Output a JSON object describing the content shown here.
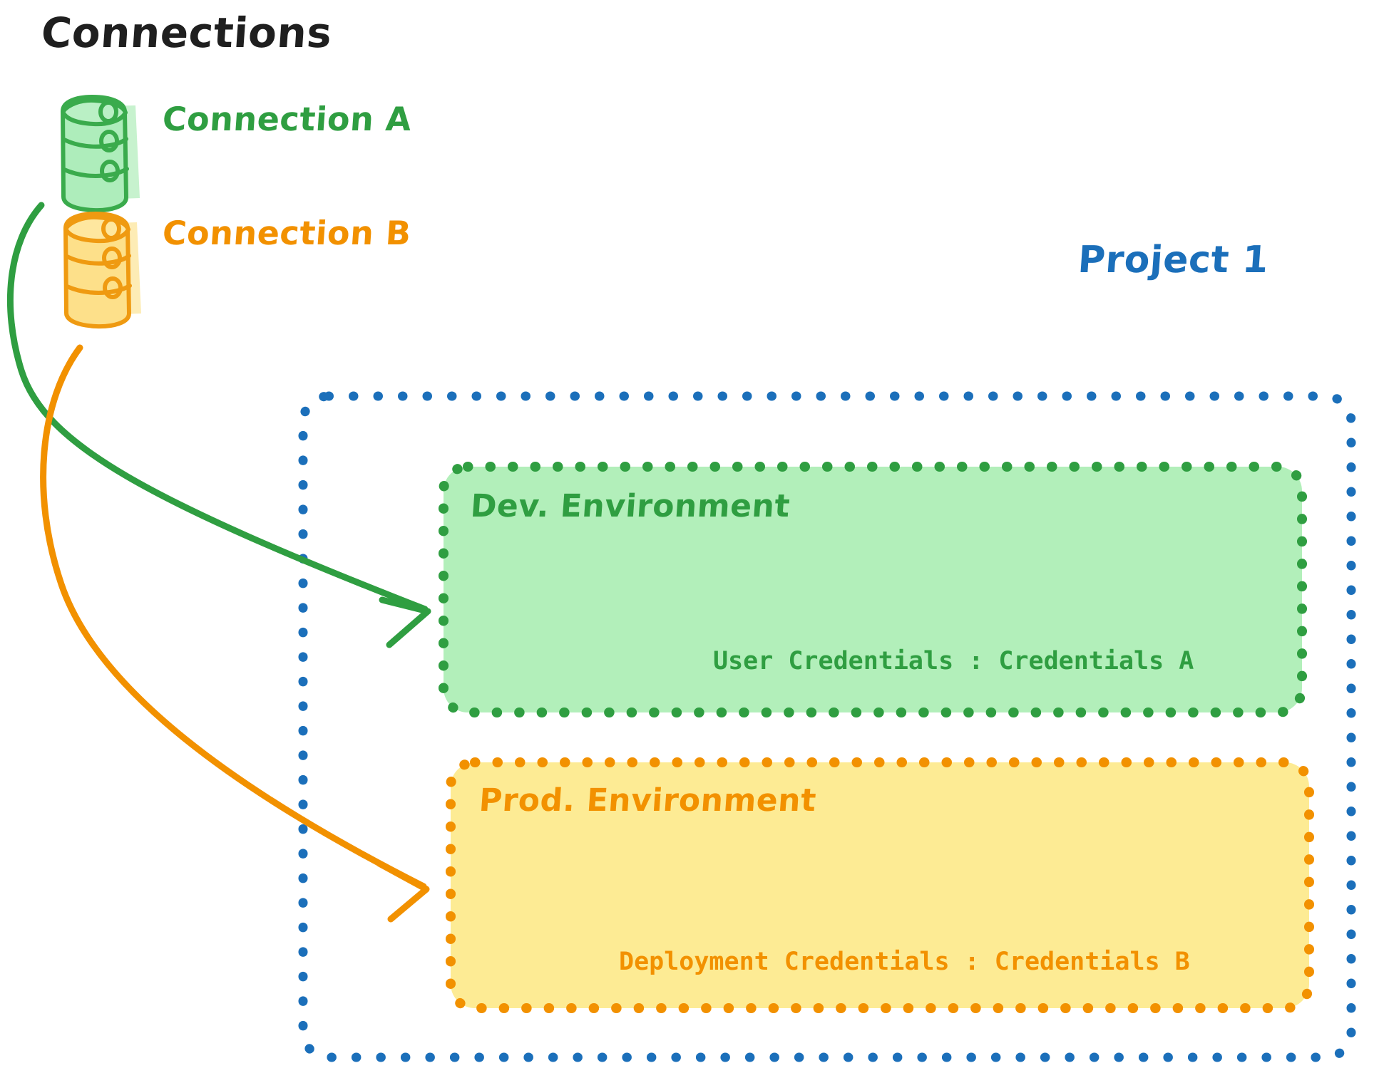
{
  "diagram": {
    "title": "Connections",
    "connections": [
      {
        "id": "connection-a",
        "label": "Connection A",
        "color": "#2f9e41",
        "fill": "#A8EBB4",
        "icon": "database-icon"
      },
      {
        "id": "connection-b",
        "label": "Connection B",
        "color": "#f29100",
        "fill": "#FDE08A",
        "icon": "database-icon"
      }
    ],
    "project": {
      "label": "Project 1",
      "color": "#1b6fba",
      "environments": [
        {
          "id": "dev-environment",
          "title": "Dev. Environment",
          "credentials_label": "User Credentials",
          "credentials_separator": ":",
          "credentials_value": "Credentials A",
          "credentials_line": "User Credentials : Credentials A",
          "border_color": "#2f9e41",
          "fill_color": "#B2EFBA"
        },
        {
          "id": "prod-environment",
          "title": "Prod. Environment",
          "credentials_label": "Deployment Credentials",
          "credentials_separator": ":",
          "credentials_value": "Credentials B",
          "credentials_line": "Deployment Credentials : Credentials B",
          "border_color": "#f29100",
          "fill_color": "#FDEB94"
        }
      ]
    },
    "arrows": [
      {
        "id": "arrow-connection-a-to-dev",
        "from": "connection-a",
        "to": "dev-environment",
        "color": "#2f9e41"
      },
      {
        "id": "arrow-connection-b-to-prod",
        "from": "connection-b",
        "to": "prod-environment",
        "color": "#f29100"
      }
    ],
    "colors": {
      "background": "#ffffff",
      "title": "#1f1f1f",
      "green": "#2f9e41",
      "orange": "#f29100",
      "blue": "#1b6fba"
    }
  }
}
